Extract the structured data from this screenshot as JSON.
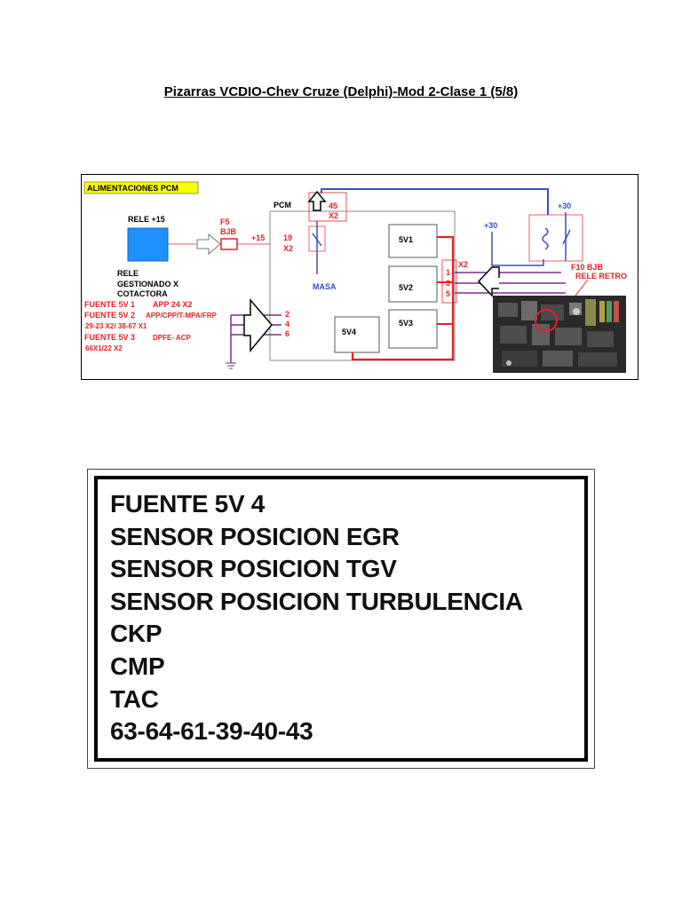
{
  "page": {
    "title": "Pizarras VCDIO-Chev Cruze (Delphi)-Mod 2-Clase 1 (5/8)"
  },
  "diagram": {
    "header_label": "ALIMENTACIONES PCM",
    "pcm_label": "PCM",
    "relay": {
      "title": "RELE +15",
      "caption_line1": "RELE",
      "caption_line2": "GESTIONADO X",
      "caption_line3": "COTACTORA"
    },
    "fuse_f5": {
      "name": "F5",
      "box": "BJB"
    },
    "plus15": "+15",
    "connector_19": {
      "pin": "19",
      "conn": "X2"
    },
    "connector_45": {
      "pin": "45",
      "conn": "X2"
    },
    "masa": "MASA",
    "regulators": [
      "5V1",
      "5V2",
      "5V3",
      "5V4"
    ],
    "x2_pins": {
      "conn": "X2",
      "pins": [
        "1",
        "3",
        "5"
      ]
    },
    "left_pins": [
      "2",
      "4",
      "6"
    ],
    "plus30_a": "+30",
    "plus30_b": "+30",
    "fuse_f10": "F10  BJB",
    "rele_retro": "RELE RETRO",
    "sources": [
      {
        "line1": "FUENTE 5V 1",
        "line1b": "APP  24 X2"
      },
      {
        "line1": "FUENTE 5V 2",
        "line1b": "APP/CPP/T-MPA/FRP",
        "line2": "29-23 X2/ 38-67 X1"
      },
      {
        "line1": "FUENTE 5V 3",
        "line1b": "DPFE- ACP",
        "line2": "66X1/22 X2"
      }
    ],
    "colors": {
      "red": "#e8202a",
      "blue": "#3a4fc4",
      "purple": "#7a2d8c",
      "yellow": "#ffff00",
      "relay_blue": "#1e90ff"
    }
  },
  "textbox": {
    "lines": [
      "FUENTE 5V 4",
      "SENSOR POSICION EGR",
      "SENSOR POSICION TGV",
      "SENSOR POSICION TURBULENCIA",
      "CKP",
      "CMP",
      "TAC",
      "63-64-61-39-40-43"
    ]
  }
}
